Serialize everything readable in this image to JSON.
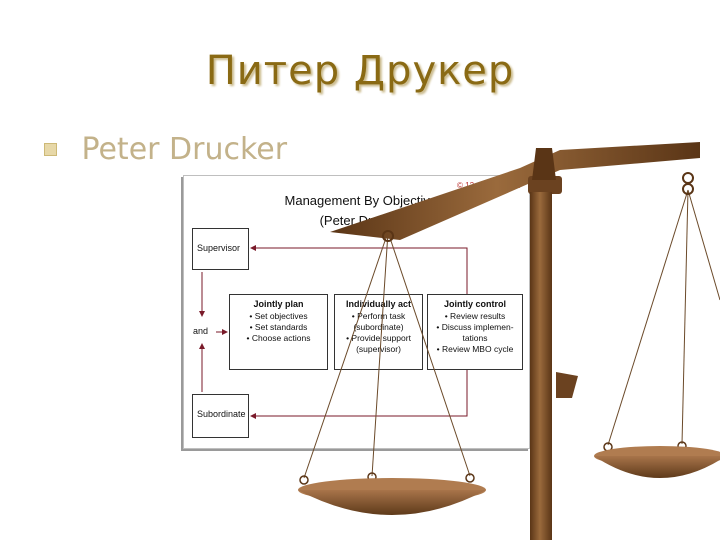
{
  "slide": {
    "title": "Питер Друкер",
    "bullet": "Peter Drucker"
  },
  "diagram": {
    "title": "Management By Objectives",
    "subtitle": "(Peter Drucker)",
    "copyright": "© 12manage.com",
    "supervisor": "Supervisor",
    "subordinate": "Subordinate",
    "and_label": "and",
    "steps": [
      {
        "head": "Jointly plan",
        "items": [
          "• Set objectives",
          "• Set standards",
          "• Choose actions"
        ]
      },
      {
        "head": "Individually act",
        "items": [
          "• Perform task",
          "(subordinate)",
          "• Provide support",
          "(supervisor)"
        ]
      },
      {
        "head": "Jointly control",
        "items": [
          "• Review results",
          "• Discuss implemen-",
          "tations",
          "• Review MBO cycle"
        ]
      }
    ]
  },
  "colors": {
    "title": "#8a6a14",
    "arrow": "#7a1a2a",
    "scale_wood": "#7a4a24"
  },
  "icons": {
    "scale": "balance-scale-icon",
    "bullet": "square-bullet-icon"
  }
}
